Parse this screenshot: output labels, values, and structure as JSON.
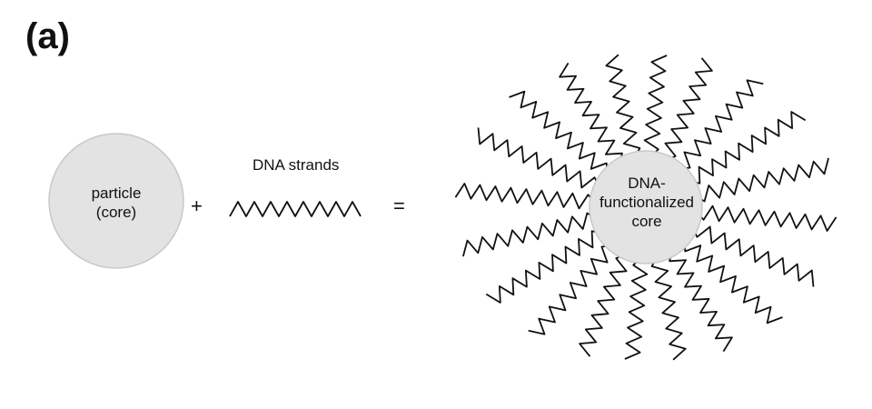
{
  "figure": {
    "panel_label": "(a)",
    "particle": {
      "line1": "particle",
      "line2": "(core)"
    },
    "operators": {
      "plus": "+",
      "equals": "="
    },
    "strands_caption": "DNA strands",
    "functionalized_core": {
      "line1": "DNA-",
      "line2": "functionalized",
      "line3": "core"
    },
    "radial_strand_count": 20,
    "colors": {
      "core_fill": "#e3e3e3",
      "core_stroke": "#c8c8c8",
      "strand": "#111111",
      "background": "#ffffff"
    }
  }
}
